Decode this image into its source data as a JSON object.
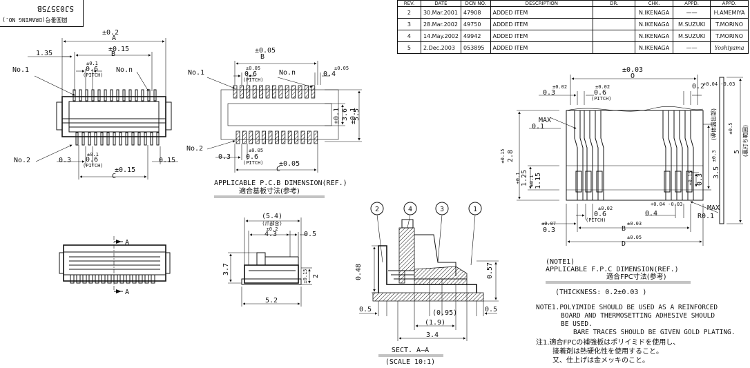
{
  "drawing_no": "SJ03575B",
  "drawing_no_label": "図面番号(DRAWING NO.)",
  "revision_table": {
    "headers": [
      "REV.",
      "DATE",
      "DCN NO.",
      "DESCRIPTION",
      "DR.",
      "CHK.",
      "APPD.",
      "APPD."
    ],
    "rows": [
      {
        "rev": "2",
        "date": "30.Mar.2001",
        "dcn": "47908",
        "desc": "ADDED ITEM",
        "dr": "",
        "chk": "N.IKENAGA",
        "appd1": "——",
        "appd2": "H.AMEMIYA"
      },
      {
        "rev": "3",
        "date": "28.Mar.2002",
        "dcn": "49750",
        "desc": "ADDED ITEM",
        "dr": "",
        "chk": "N.IKENAGA",
        "appd1": "M.SUZUKI",
        "appd2": "T.MORINO"
      },
      {
        "rev": "4",
        "date": "14.May.2002",
        "dcn": "49942",
        "desc": "ADDED ITEM",
        "dr": "",
        "chk": "N.IKENAGA",
        "appd1": "M.SUZUKI",
        "appd2": "T.MORINO"
      },
      {
        "rev": "5",
        "date": "2.Dec.2003",
        "dcn": "053895",
        "desc": "ADDED ITEM",
        "dr": "",
        "chk": "N.IKENAGA",
        "appd1": "——",
        "appd2": "Yoshiyama"
      }
    ]
  },
  "top_view": {
    "a": "A",
    "a_tol": "±0.2",
    "b": "B",
    "b_tol": "±0.15",
    "c": "C",
    "c_tol": "±0.15",
    "d135": "1.35",
    "pitch": "0.6",
    "pitch_tol": "±0.1",
    "pitch_label": "(PITCH)",
    "no1": "No.1",
    "non": "No.n",
    "no2": "No.2",
    "d03": "0.3",
    "d015": "0.15"
  },
  "pcb": {
    "b": "B",
    "b_tol": "±0.05",
    "c": "C",
    "c_tol": "±0.05",
    "pitch": "0.6",
    "pitch_tol": "±0.05",
    "pitch_label": "(PITCH)",
    "d04": "0.4",
    "d04_tol": "±0.05",
    "d36": "3.6",
    "d36_tol": "±0.1",
    "d55": "5.5",
    "d55_tol": "±0.1",
    "d03": "0.3",
    "no1": "No.1",
    "non": "No.n",
    "no2": "No.2",
    "title": "APPLICABLE P.C.B DIMENSION(REF.)",
    "title_jp": "適合基板寸法(参考)"
  },
  "section_marks": {
    "a": "A"
  },
  "side_view": {
    "d54": "(5.4)",
    "d54_jp": "(爪部含)",
    "d43": "4.3",
    "d43_tol": "±0.2",
    "d05": "0.5",
    "d37": "3.7",
    "d2": "2",
    "d2_tol": "±0.15",
    "d52": "5.2"
  },
  "section": {
    "callouts": [
      "2",
      "4",
      "3",
      "1"
    ],
    "d048": "0.48",
    "d057": "0.57",
    "d05l": "0.5",
    "d05r": "0.5",
    "d095": "(0.95)",
    "d19": "(1.9)",
    "d34": "3.4",
    "title": "SECT.  A—A",
    "scale": "(SCALE 10:1)"
  },
  "fpc": {
    "o": "O",
    "o_tol": "±0.03",
    "b": "B",
    "b_tol": "±0.03",
    "d": "D",
    "d_tol": "±0.05",
    "d03a": "0.3",
    "d03a_tol": "±0.02",
    "pitch": "0.6",
    "pitch_tol": "±0.02",
    "pitch_label": "(PITCH)",
    "d02": "0.2",
    "d02_tol": "+0.04 -0.03",
    "max01": "MAX",
    "max01v": "0.1",
    "d28": "2.8",
    "d28_tol": "±0.15",
    "d125": "1.25",
    "d125_tol": "±0.1",
    "d115": "1.15",
    "d115_tol": "±0.1",
    "d35": "3.5",
    "d35_tol": "±0.3",
    "d35_jp": "(導体露出部)",
    "d03v": "0.3",
    "d03v_tol": "±0.15",
    "d5": "5",
    "d5_tol": "±0.5",
    "d5_jp": "(裏打ち範囲)",
    "d04": "0.4",
    "d04_tol": "+0.04 -0.03",
    "r01": "R0.1",
    "r01_max": "MAX",
    "d03b": "0.3",
    "d03b_tol": "±0.07",
    "pitch2": "0.6",
    "pitch2_tol": "±0.02",
    "note_head": "(NOTE1)",
    "title": "APPLICABLE F.P.C DIMENSION(REF.)",
    "title_jp": "適合FPC寸法(参考)",
    "thickness": "(THICKNESS: 0.2±0.03 )"
  },
  "notes": {
    "en": [
      "NOTE1.POLYIMIDE SHOULD BE USED AS A REINFORCED",
      "BOARD AND THERMOSETTING ADHESIVE SHOULD",
      "BE USED.",
      "BARE TRACES SHOULD BE GIVEN GOLD PLATING."
    ],
    "jp": [
      "注1.適合FPCの補強板はポリイミドを使用し、",
      "接着剤は熱硬化性を使用すること。",
      "又、仕上げは金メッキのこと。"
    ]
  }
}
